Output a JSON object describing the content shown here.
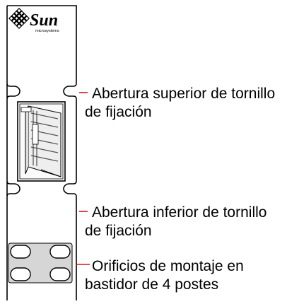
{
  "logo": {
    "brand": "Sun",
    "tagline": "microsystems"
  },
  "callouts": {
    "upper_slot": {
      "line1": "Abertura superior de tornillo",
      "line2": "de fijación"
    },
    "lower_slot": {
      "line1": "Abertura inferior de tornillo",
      "line2": "de fijación"
    },
    "mounting_holes": {
      "line1": "Orificios de montaje en",
      "line2": "bastidor de 4 postes"
    }
  },
  "colors": {
    "outline": "#000000",
    "leader_line": "#d11a1a",
    "hole_pad": "#d6d6d6",
    "logo": "#000000"
  },
  "icons": {
    "logo_mark": "sun-diamond-logo-icon",
    "rack_illustration": "rack-rail-thumbnail-icon"
  }
}
